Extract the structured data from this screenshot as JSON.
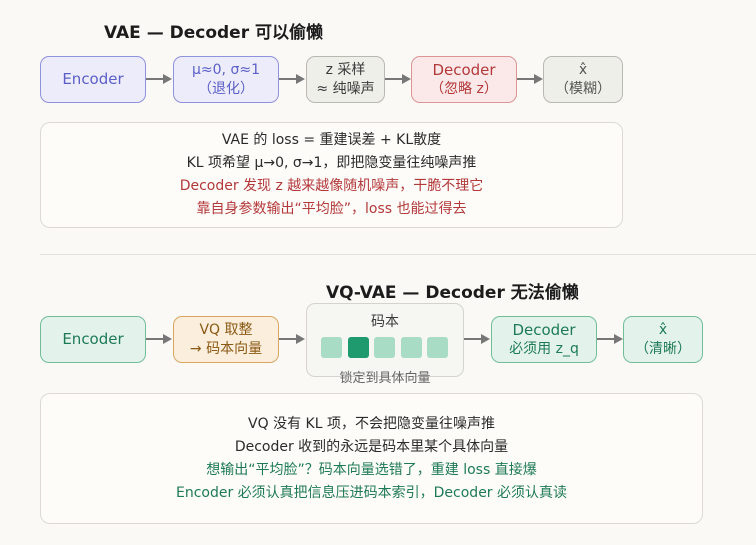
{
  "vae": {
    "title": "VAE — Decoder 可以偷懒",
    "encoder": "Encoder",
    "latent": [
      "μ≈0, σ≈1",
      "（退化）"
    ],
    "z": [
      "z 采样",
      "≈ 纯噪声"
    ],
    "decoder": [
      "Decoder",
      "（忽略 z）"
    ],
    "output": [
      "x̂",
      "（模糊）"
    ],
    "notes": [
      "VAE 的 loss = 重建误差 + KL散度",
      "KL 项希望 μ→0, σ→1，即把隐变量往纯噪声推",
      "Decoder 发现 z 越来越像随机噪声，干脆不理它",
      "靠自身参数输出“平均脸”，loss 也能过得去"
    ]
  },
  "vqvae": {
    "title": "VQ-VAE — Decoder 无法偷懒",
    "encoder": "Encoder",
    "vq": [
      "VQ 取整",
      "→ 码本向量"
    ],
    "codebook_title": "码本",
    "codebook_caption": "锁定到具体向量",
    "codebook_selected_index": 1,
    "decoder": [
      "Decoder",
      "必须用 z_q"
    ],
    "output": [
      "x̂",
      "（清晰）"
    ],
    "notes": [
      "VQ 没有 KL 项，不会把隐变量往噪声推",
      "Decoder 收到的永远是码本里某个具体向量",
      "想输出“平均脸”？码本向量选错了，重建 loss 直接爆",
      "Encoder 必须认真把信息压进码本索引，Decoder 必须认真读"
    ]
  },
  "colors": {
    "encoder_blue": "#5b5fc7",
    "decoder_red": "#b3383a",
    "green": "#1e7a55",
    "vq_orange": "#8a5a14",
    "gray": "#555555"
  }
}
